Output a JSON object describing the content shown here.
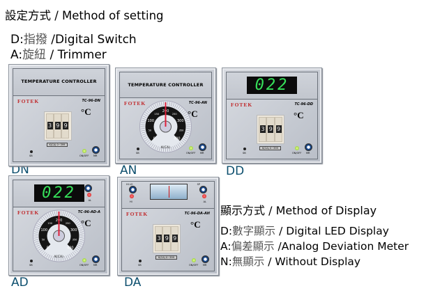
{
  "setting": {
    "title": "設定方式 / Method of setting",
    "lines": [
      {
        "code": "D:",
        "zh": "指撥",
        "en": " /Digital Switch"
      },
      {
        "code": "A:",
        "zh": "旋紐",
        "en": " / Trimmer"
      }
    ]
  },
  "display": {
    "title": "顯示方式 / Method of Display",
    "lines": [
      {
        "code": "D:",
        "zh": "數字顯示",
        "en": " / Digital LED Display"
      },
      {
        "code": "A:",
        "zh": "偏差顯示",
        "en": " /Analog Deviation Meter"
      },
      {
        "code": "N:",
        "zh": "無顯示",
        "en": " / Without Display"
      }
    ]
  },
  "common": {
    "heading": "TEMPERATURE CONTROLLER",
    "brand": "FOTEK",
    "unit": "°C",
    "range": "K(CA) 0~399",
    "sb": "SB",
    "onoff": "ON/OFF",
    "mr": "MR",
    "al": "AL",
    "hi": "HI",
    "hilo": "HI  LO",
    "sp": "SP",
    "dial_unit": "K(CA)",
    "dial_ticks": [
      "0",
      "50",
      "100",
      "150",
      "200",
      "250",
      "300",
      "350",
      "400"
    ],
    "digits": [
      "3",
      "9",
      "9"
    ]
  },
  "panels": [
    {
      "code": "DN",
      "model": "TC-96-DN",
      "setting": "digital",
      "display": "none"
    },
    {
      "code": "AN",
      "model": "TC-96-AN",
      "setting": "dial",
      "display": "none"
    },
    {
      "code": "DD",
      "model": "TC-96-DD",
      "setting": "digital",
      "display": "led",
      "value": "022"
    },
    {
      "code": "AD",
      "model": "TC-96-AD-A",
      "setting": "dial",
      "display": "led",
      "value": "022"
    },
    {
      "code": "DA",
      "model": "TC-96-DA-AH",
      "setting": "digital",
      "display": "meter"
    }
  ],
  "colors": {
    "label": "#0d4f6e",
    "brand": "#c0282a",
    "led": "#36e05a"
  }
}
